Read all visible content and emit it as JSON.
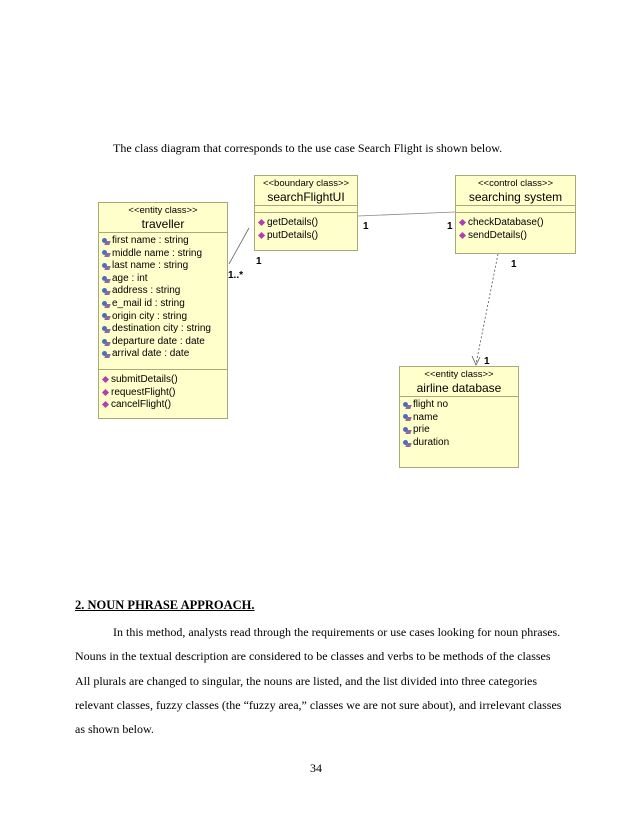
{
  "intro_text": "The class diagram that corresponds to the use case Search Flight is shown below.",
  "classes": {
    "traveller": {
      "stereotype": "<<entity class>>",
      "name": "traveller",
      "attributes": [
        "first name : string",
        "middle name : string",
        "last name : string",
        "age : int",
        "address : string",
        "e_mail id : string",
        "origin city : string",
        "destination city : string",
        "departure date : date",
        "arrival date : date"
      ],
      "operations": [
        "submitDetails()",
        "requestFlight()",
        "cancelFlight()"
      ]
    },
    "search_ui": {
      "stereotype": "<<boundary class>>",
      "name": "searchFlightUI",
      "operations": [
        "getDetails()",
        "putDetails()"
      ]
    },
    "searching_system": {
      "stereotype": "<<control class>>",
      "name": "searching system",
      "operations": [
        "checkDatabase()",
        "sendDetails()"
      ]
    },
    "airline_database": {
      "stereotype": "<<entity class>>",
      "name": "airline database",
      "attributes": [
        "flight no",
        "name",
        "prie",
        "duration"
      ]
    }
  },
  "multiplicities": {
    "traveller_ui_many": "1..*",
    "traveller_ui_one": "1",
    "ui_system_left": "1",
    "ui_system_right": "1",
    "system_db_top": "1",
    "system_db_bottom": "1"
  },
  "section_heading": "2. NOUN PHRASE APPROACH.",
  "paragraph": "In this method, analysts read through the requirements or use cases looking for noun phrases. Nouns in the textual description are considered to be classes and verbs to be methods of the classes All plurals are changed to singular, the nouns are listed, and the list divided into three categories relevant classes, fuzzy classes (the “fuzzy area,” classes we are not sure about), and irrelevant classes as shown below.",
  "page_number": "34"
}
